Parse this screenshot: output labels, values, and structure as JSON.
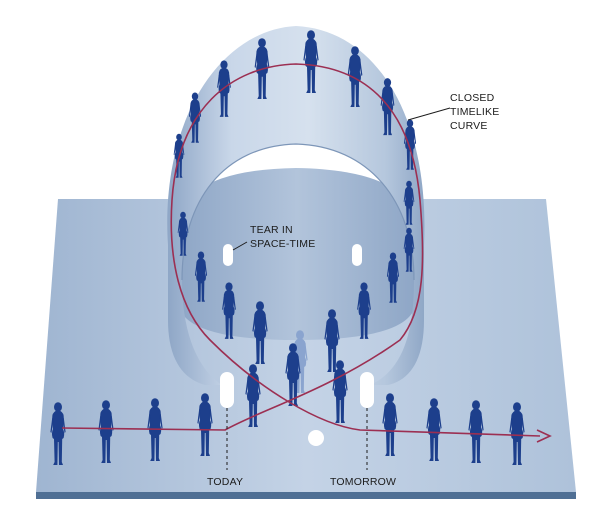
{
  "labels": {
    "curve_line1": "CLOSED",
    "curve_line2": "TIMELIKE",
    "curve_line3": "CURVE",
    "tear_line1": "TEAR IN",
    "tear_line2": "SPACE-TIME",
    "today": "TODAY",
    "tomorrow": "TOMORROW"
  },
  "colors": {
    "sheet": "#b3c6dd",
    "sheet_dark": "#97aecb",
    "base_edge": "#4f6f94",
    "figure": "#1d3f8c",
    "figure_light": "#8aa4cf",
    "curve": "#9c2f52"
  },
  "icons": {
    "figure": "standing-person-silhouette",
    "hole": "white-circle",
    "arrowhead": "arrow-right"
  }
}
